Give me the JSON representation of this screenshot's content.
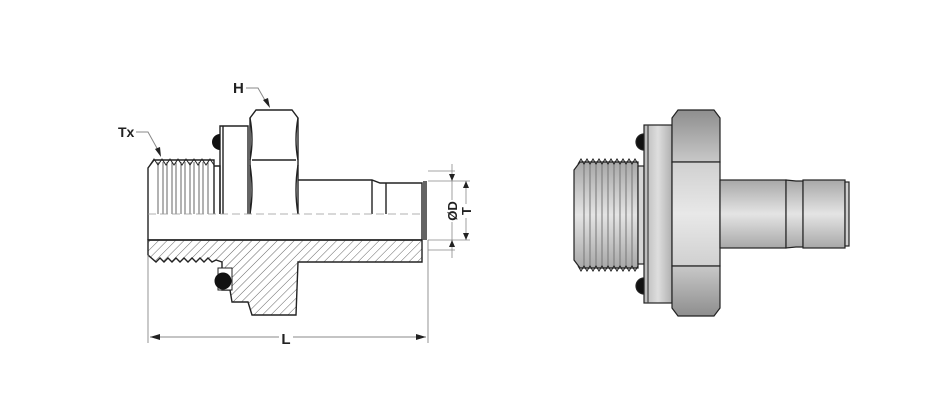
{
  "diagram": {
    "subject": "Male stud adapter fitting with O-ring seal and push-in tube stem",
    "views": [
      {
        "id": "section-view",
        "description": "Half-section technical drawing with dimensions"
      },
      {
        "id": "rendered-view",
        "description": "Shaded side elevation"
      }
    ],
    "labels": {
      "hex": "H",
      "thread": "Tx",
      "length": "L",
      "diameter": "ØD",
      "tube": "T"
    },
    "colors": {
      "line": "#222222",
      "hatch": "#555555",
      "dimension": "#888888",
      "oring": "#111111",
      "metal_light": "#e2e2e2",
      "metal_mid": "#c6c6c6",
      "metal_dark": "#9a9a9a"
    }
  }
}
